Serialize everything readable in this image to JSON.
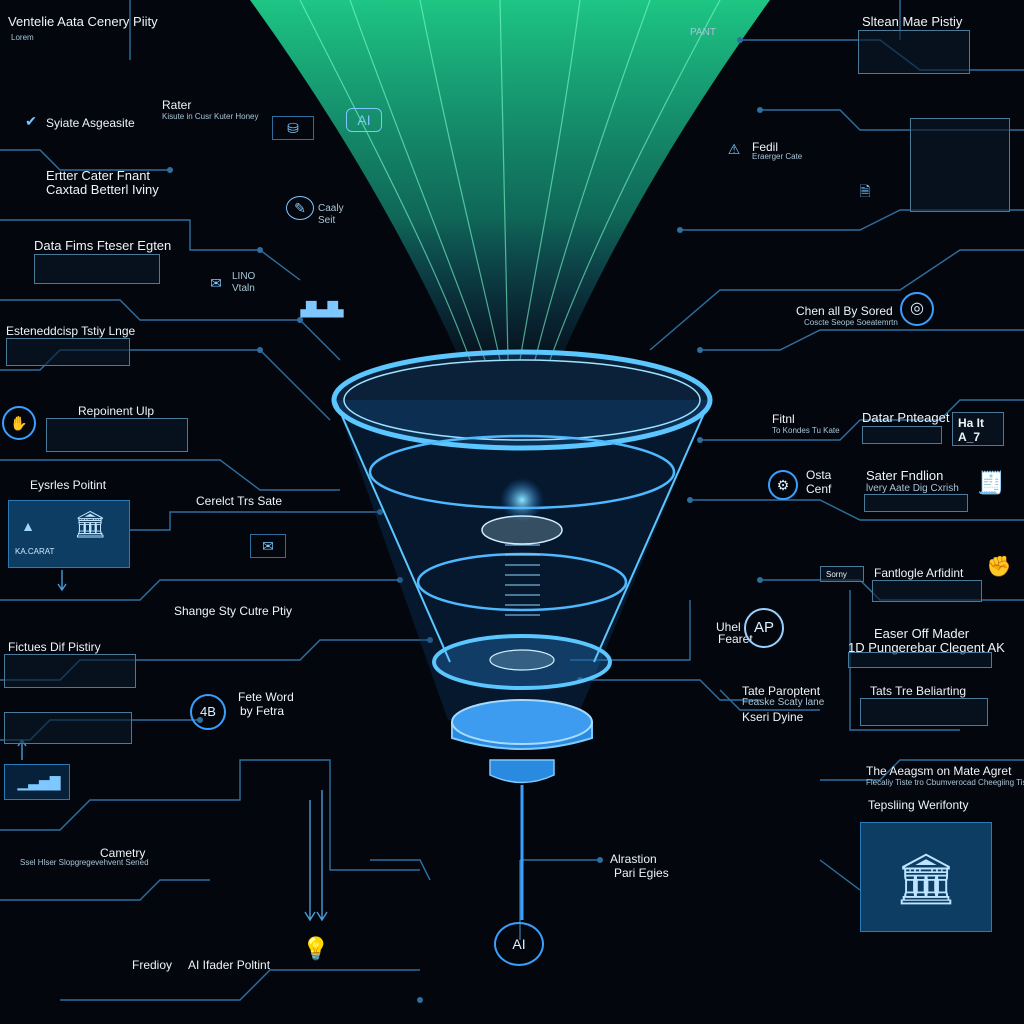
{
  "colors": {
    "background": "#03070d",
    "line": "#2f6f9f",
    "glow": "#2bd6a0",
    "funnel": "#3aa0ff"
  },
  "icons": [
    "database-icon",
    "ai-chip-icon",
    "warning-icon",
    "document-icon",
    "gear-icon",
    "building-icon",
    "check-icon",
    "chart-icon",
    "bulb-icon",
    "globe-icon",
    "mail-icon"
  ],
  "labels": {
    "l1_title": "Ventelie Aata Cenery Piity",
    "l2_title": "Syiate Asgeasite",
    "l3_title": "Rater",
    "l3_sub": "Kisute in Cusr Kuter Honey",
    "l4_title": "Ertter Cater Fnant",
    "l4_title2": "Caxtad Betterl Iviny",
    "l5_title": "Data Fims Fteser Egten",
    "l6_title": "Esteneddcisp Tstiy Lnge",
    "l7_title": "Repoinent Ulp",
    "l8_title": "Eysrles Poitint",
    "l9_title": "Cerelct Trs Sate",
    "l10_title": "Shange Sty Cutre Ptiy",
    "l11_title": "Fictues Dif Pistiry",
    "l12_title": "Fete Word",
    "l12_sub": "by Fetra",
    "l12_badge": "4B",
    "l13_title": "Cametry",
    "l13_sub": "Ssel Hlser Slopgregevehvent Sened",
    "l14_title": "Fredioy",
    "l14_title2": "AI Ifader Poltint",
    "c1": "AI",
    "r1_title": "Sltean Mae Pistiy",
    "r2_title": "Fedil",
    "r2_sub": "Eraerger Cate",
    "r3_title": "Chen all By Sored",
    "r3_sub": "Coscte Seope Soeatemrtn",
    "r4_title": "Fitnl",
    "r4_sub": "To Kondes Tu Kate",
    "r5_title": "Datar Pnteaget",
    "r6_title": "Osta",
    "r6_sub": "Cenf",
    "r7_title": "Sater Fndlion",
    "r7_sub": "lvery Aate Dig Cxrish",
    "r8_title": "Fantlogle Arfidint",
    "r8_tag": "Sorny",
    "r9_title": "Easer Off Mader",
    "r9_title2": "1D Pungerebar Clegent AK",
    "r10_title": "Tate Paroptent",
    "r10_sub": "Feaske Scaty lane",
    "r10_sub2": "Kseri Dyine",
    "r10_badge_top": "Uhel",
    "r10_badge_side": "Fearet",
    "r10_badge": "AP",
    "r11_title": "Tats Tre Beliarting",
    "r12_title": "The Aeagsm on Mate Agret",
    "r12_sub": "Flecaliy Tiste tro Cbumverocad Cheegiing Tistet",
    "r13_title": "Tepsliing Werifonty",
    "c2_title": "Alrastion",
    "c2_sub": "Pari Egies",
    "top1": "PANT",
    "top2": "AI",
    "top3": "Caaly",
    "top3b": "Seit",
    "top4": "LINO",
    "top4b": "Vtaln",
    "r5_icon": "Ha It A_7",
    "l8_banner": "KA.CARAT",
    "rep": "Lorem"
  }
}
